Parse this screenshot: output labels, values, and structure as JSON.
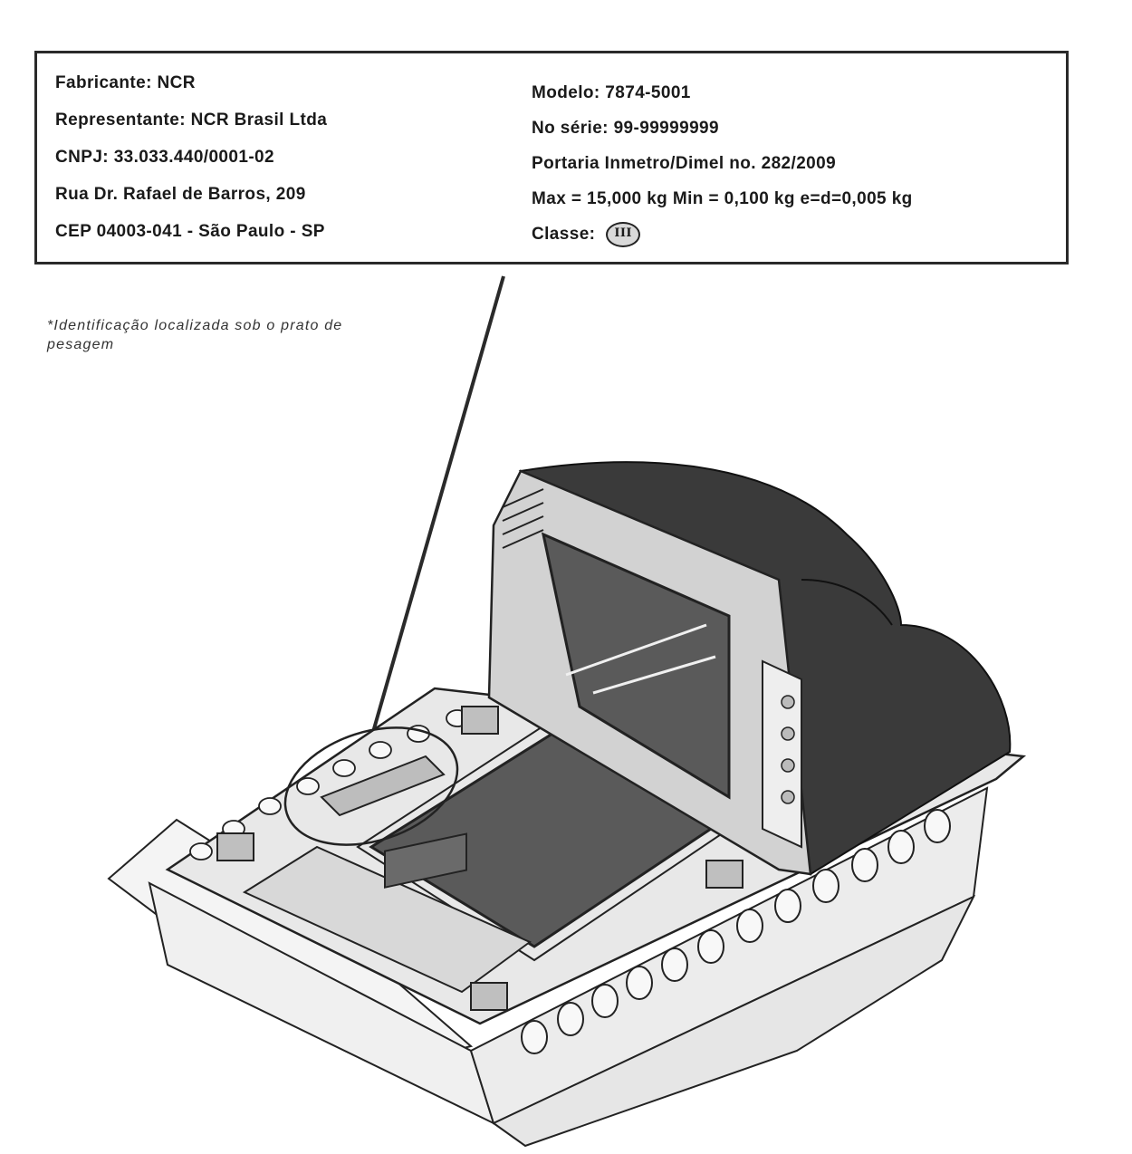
{
  "label": {
    "left_lines": [
      "Fabricante: NCR",
      "Representante: NCR Brasil Ltda",
      "CNPJ: 33.033.440/0001-02",
      "Rua Dr. Rafael de Barros, 209",
      "CEP 04003-041 - São Paulo - SP"
    ],
    "right_lines": [
      "Modelo: 7874-5001",
      "No série: 99-99999999",
      "Portaria Inmetro/Dimel no. 282/2009",
      "Max = 15,000 kg   Min = 0,100 kg   e=d=0,005 kg"
    ],
    "classe_label": "Classe:",
    "classe_badge": "III"
  },
  "note": "*Identificação localizada sob o prato de pesagem",
  "colors": {
    "ink": "#1a1a1a",
    "dark_hood": "#3a3a3a",
    "glass": "#5a5a5a",
    "frame": "#2a2a2a"
  }
}
